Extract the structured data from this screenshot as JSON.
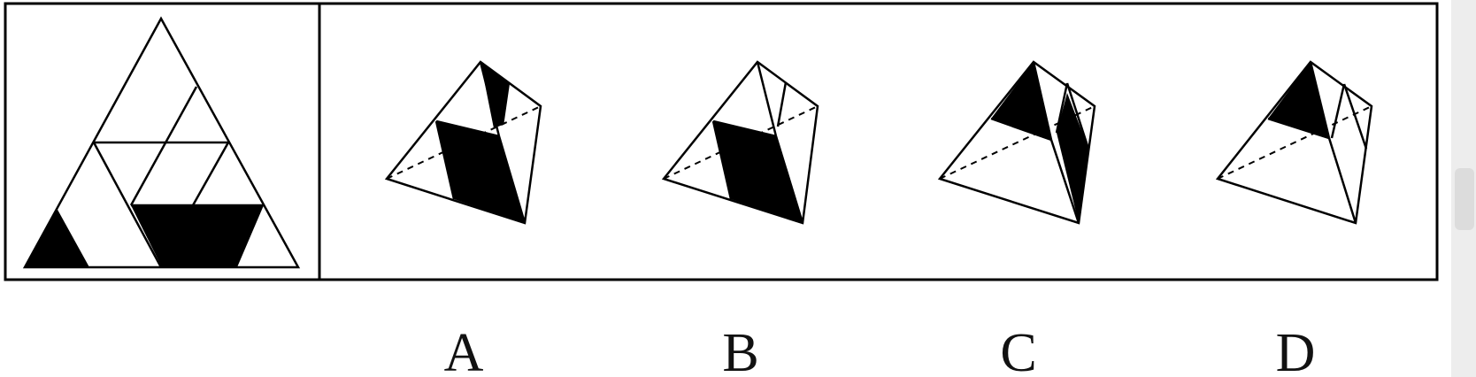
{
  "options": {
    "labels": [
      "A",
      "B",
      "C",
      "D"
    ]
  },
  "colors": {
    "ink": "#000000",
    "paper": "#ffffff"
  }
}
